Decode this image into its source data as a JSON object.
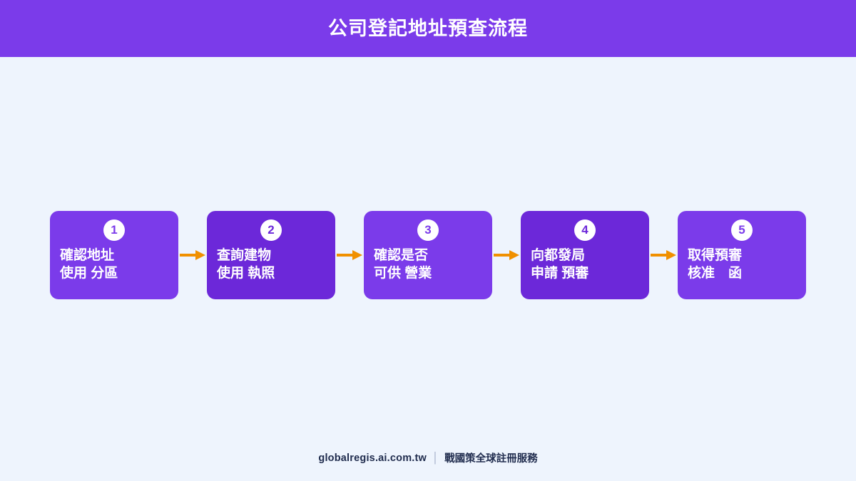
{
  "header": {
    "title": "公司登記地址預查流程",
    "background_color": "#7b3bea",
    "text_color": "#ffffff"
  },
  "page": {
    "background_color": "#eef4fd"
  },
  "flow": {
    "arrow_color": "#f09000",
    "arrow_icon": "arrow-right-icon",
    "steps": [
      {
        "number": "1",
        "text": "確認地址\n使用 分區",
        "color": "#7b3bea"
      },
      {
        "number": "2",
        "text": "查詢建物\n使用 執照",
        "color": "#6c28d9"
      },
      {
        "number": "3",
        "text": "確認是否\n可供 營業",
        "color": "#7b3bea"
      },
      {
        "number": "4",
        "text": "向都發局\n申請 預審",
        "color": "#6c28d9"
      },
      {
        "number": "5",
        "text": "取得預審\n核准　函",
        "color": "#7b3bea"
      }
    ]
  },
  "footer": {
    "domain": "globalregis.ai.com.tw",
    "separator": "│",
    "brand": "戰國策全球註冊服務",
    "text_color": "#1f2b4d"
  }
}
